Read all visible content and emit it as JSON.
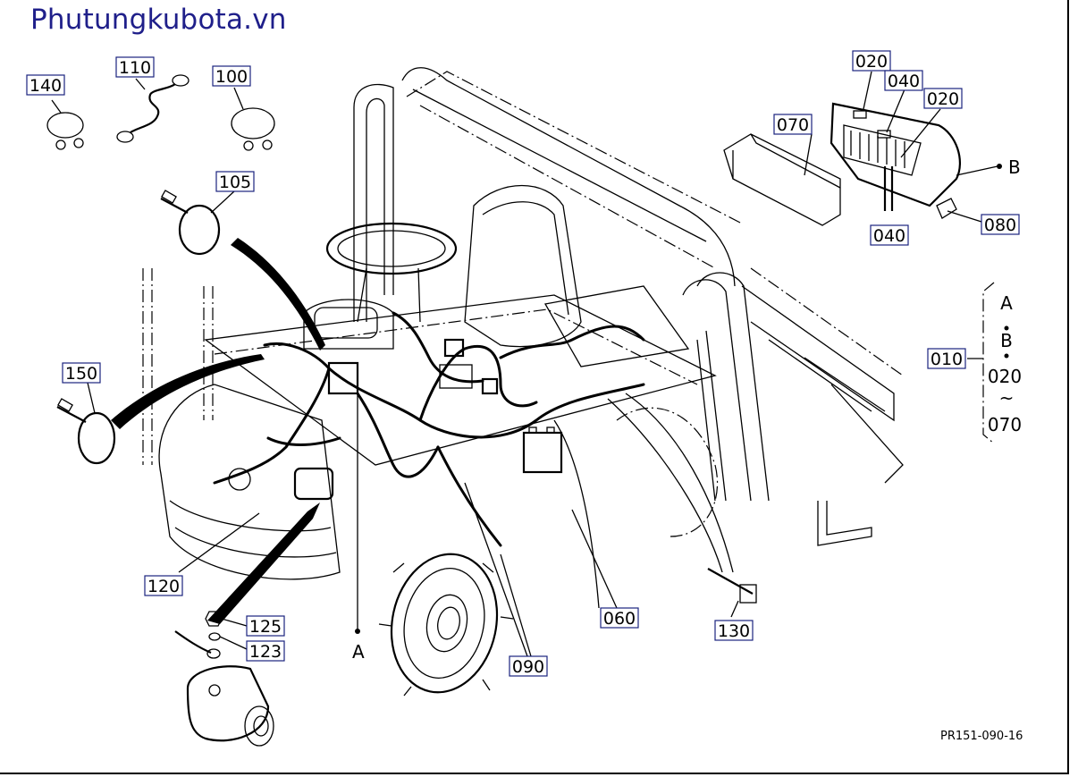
{
  "watermark": "Phutungkubota.vn",
  "reference_code": "PR151-090-16",
  "part_labels": {
    "p010": "010",
    "p020a": "020",
    "p020b": "020",
    "p040a": "040",
    "p040b": "040",
    "p060": "060",
    "p070": "070",
    "p080": "080",
    "p090": "090",
    "p100": "100",
    "p105": "105",
    "p110": "110",
    "p120": "120",
    "p123": "123",
    "p125": "125",
    "p130": "130",
    "p140": "140",
    "p150": "150"
  },
  "point_labels": {
    "A": "A",
    "B": "B"
  },
  "set_legend": {
    "line1": "A",
    "line2": "B",
    "line3": "020",
    "line4": "~",
    "line5": "070"
  }
}
